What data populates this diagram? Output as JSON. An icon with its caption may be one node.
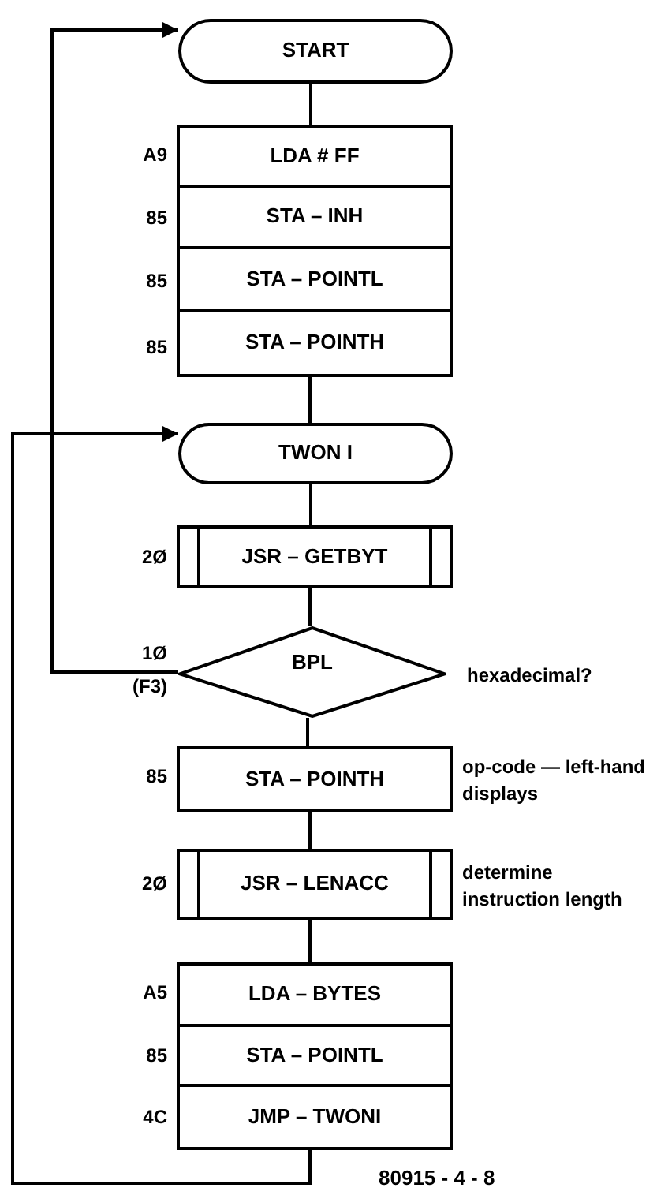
{
  "diagram": {
    "caption": "80915 - 4 - 8",
    "nodes": [
      {
        "text": [
          "START"
        ]
      },
      {
        "text": [
          "LDA # FF"
        ],
        "beside": [
          "A9"
        ]
      },
      {
        "text": [
          "STA – INH"
        ],
        "beside": [
          "85"
        ]
      },
      {
        "text": [
          "STA – POINTL"
        ],
        "beside": [
          "85"
        ]
      },
      {
        "text": [
          "STA – POINTH"
        ],
        "beside": [
          "85"
        ]
      },
      {
        "text": [
          "TWON I"
        ]
      },
      {
        "text": [
          "JSR – GETBYT"
        ],
        "beside": [
          "2Ø"
        ]
      },
      {
        "text": [
          "BPL"
        ],
        "beside": [
          "1Ø",
          "(F3)",
          "hexadecimal?"
        ]
      },
      {
        "text": [
          "STA – POINTH"
        ],
        "beside": [
          "85",
          "op-code — left-hand displays"
        ]
      },
      {
        "text": [
          "JSR – LENACC"
        ],
        "beside": [
          "2Ø",
          "determine instruction length"
        ]
      },
      {
        "text": [
          "LDA – BYTES"
        ],
        "beside": [
          "A5"
        ]
      },
      {
        "text": [
          "STA – POINTL"
        ],
        "beside": [
          "85"
        ]
      },
      {
        "text": [
          "JMP – TWONI"
        ],
        "beside": [
          "4C"
        ]
      }
    ],
    "edges": [
      {
        "from": 0,
        "to": 1,
        "arrow": "none"
      },
      {
        "from": 4,
        "to": 5,
        "arrow": "none"
      },
      {
        "from": 5,
        "to": 6,
        "arrow": "none"
      },
      {
        "from": 6,
        "to": 7,
        "arrow": "none"
      },
      {
        "from": 7,
        "to": 8,
        "arrow": "none"
      },
      {
        "from": 8,
        "to": 9,
        "arrow": "none"
      },
      {
        "from": 9,
        "to": 10,
        "arrow": "none"
      },
      {
        "from": 7,
        "to": 0,
        "arrow": "to"
      },
      {
        "from": 12,
        "to": 5,
        "arrow": "to"
      }
    ]
  }
}
